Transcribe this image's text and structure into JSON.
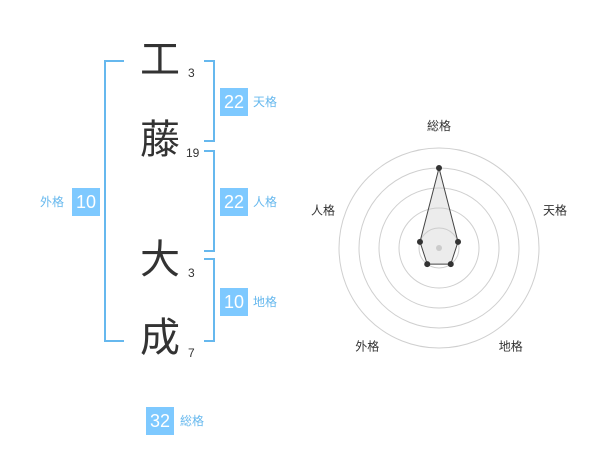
{
  "name_chars": [
    {
      "char": "工",
      "strokes": "3"
    },
    {
      "char": "藤",
      "strokes": "19"
    },
    {
      "char": "大",
      "strokes": "3"
    },
    {
      "char": "成",
      "strokes": "7"
    }
  ],
  "kakusu": {
    "tenkaku": {
      "value": "22",
      "label": "天格"
    },
    "jinkaku": {
      "value": "22",
      "label": "人格"
    },
    "chikaku": {
      "value": "10",
      "label": "地格"
    },
    "gaikaku": {
      "value": "10",
      "label": "外格"
    },
    "soukaku": {
      "value": "32",
      "label": "総格"
    }
  },
  "colors": {
    "accent": "#7ec9ff",
    "bracket": "#66b8ee"
  },
  "chart_data": {
    "type": "radar",
    "axes": [
      "総格",
      "天格",
      "地格",
      "外格",
      "人格"
    ],
    "values": [
      4,
      1,
      1,
      1,
      1
    ],
    "max": 5,
    "rings": 5
  }
}
